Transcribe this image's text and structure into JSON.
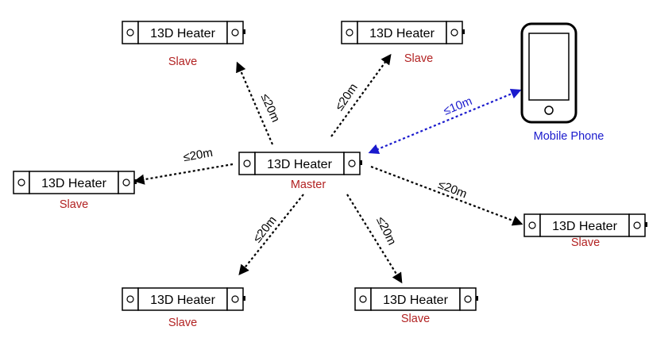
{
  "colors": {
    "role": "#b22222",
    "phone_link": "#1a1acd",
    "phone_label": "#1a1acd",
    "link": "#000000"
  },
  "heater_label": "13D Heater",
  "master": {
    "device": "13D Heater",
    "role": "Master"
  },
  "slaves": [
    {
      "device": "13D Heater",
      "role": "Slave"
    },
    {
      "device": "13D Heater",
      "role": "Slave"
    },
    {
      "device": "13D Heater",
      "role": "Slave"
    },
    {
      "device": "13D Heater",
      "role": "Slave"
    },
    {
      "device": "13D Heater",
      "role": "Slave"
    },
    {
      "device": "13D Heater",
      "role": "Slave"
    }
  ],
  "links": [
    {
      "label": "≤20m"
    },
    {
      "label": "≤20m"
    },
    {
      "label": "≤20m"
    },
    {
      "label": "≤20m"
    },
    {
      "label": "≤20m"
    },
    {
      "label": "≤20m"
    }
  ],
  "phone": {
    "label": "Mobile Phone",
    "link_label": "≤10m",
    "icon": "smartphone-icon"
  }
}
